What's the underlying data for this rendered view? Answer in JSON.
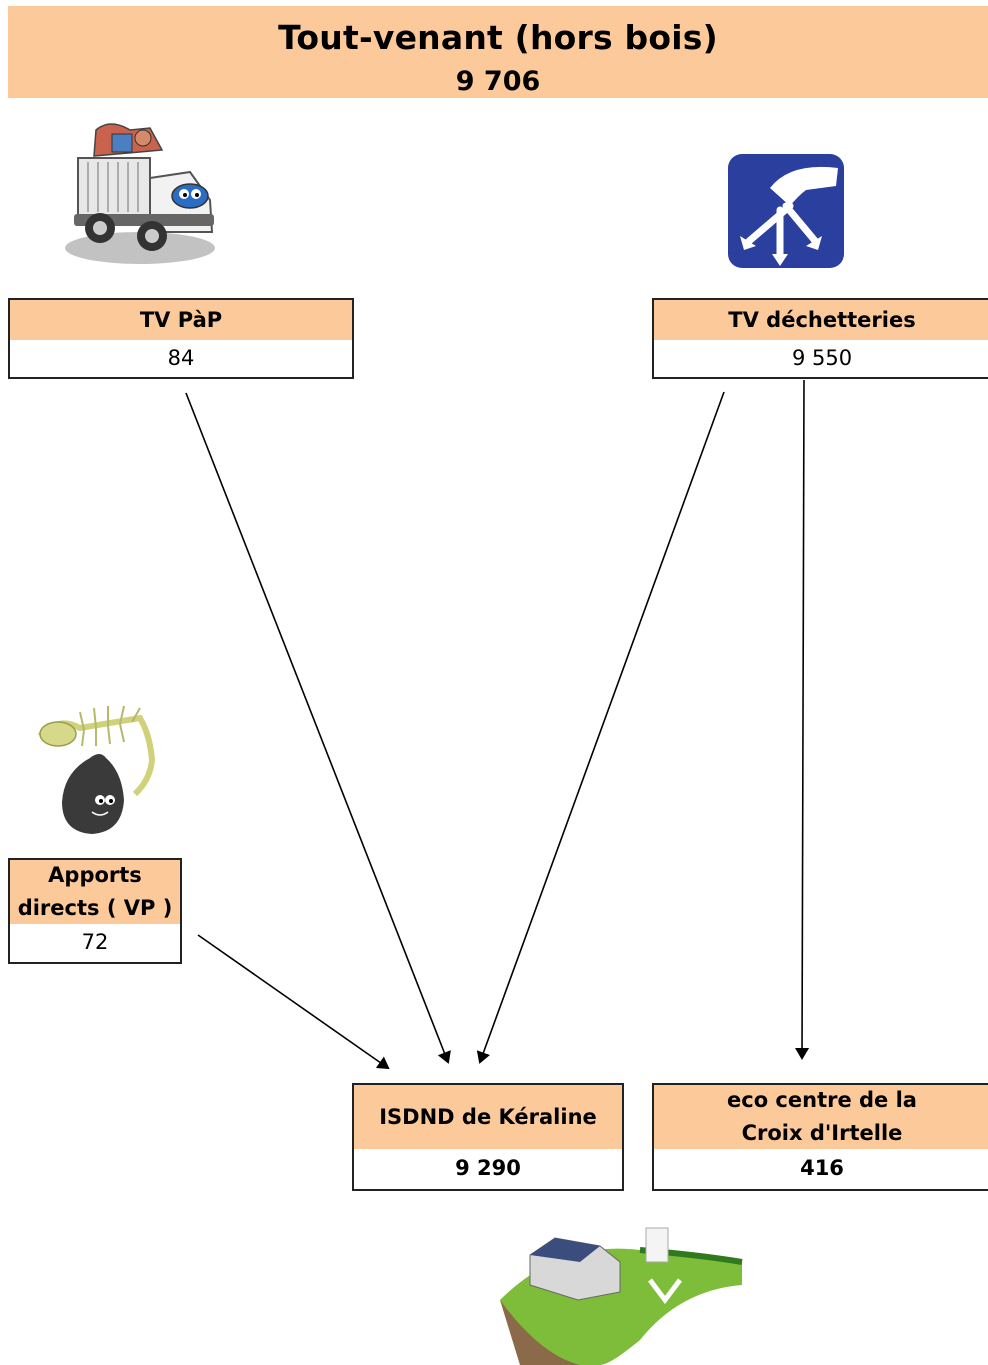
{
  "header": {
    "title": "Tout-venant (hors bois)",
    "value": "9 706"
  },
  "nodes": {
    "tv_pap": {
      "label": "TV PàP",
      "value": "84"
    },
    "tv_dech": {
      "label": "TV déchetteries",
      "value": "9 550"
    },
    "apports": {
      "label_line1": "Apports",
      "label_line2": "directs ( VP )",
      "value": "72"
    },
    "isdnd": {
      "label": "ISDND de Kéraline",
      "value": "9 290"
    },
    "eco": {
      "label_line1": "eco centre de la",
      "label_line2": "Croix d'Irtelle",
      "value": "416"
    }
  },
  "icons": [
    "garbage-truck-icon",
    "recycling-hand-icon",
    "trash-bag-fish-icon",
    "landfill-site-icon"
  ],
  "colors": {
    "box_fill": "#fcc99a",
    "border": "#222222"
  }
}
